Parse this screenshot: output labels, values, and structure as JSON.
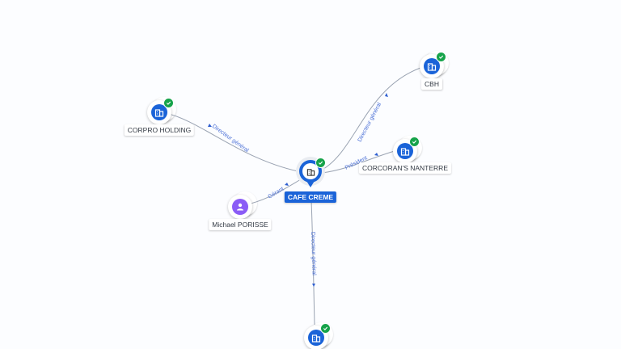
{
  "nodes": {
    "center": {
      "label": "CAFE CREME"
    },
    "corpro": {
      "label": "CORPRO HOLDING"
    },
    "cbh": {
      "label": "CBH"
    },
    "corcoran": {
      "label": "CORCORAN'S NANTERRE"
    },
    "porisse": {
      "label": "Michael PORISSE"
    },
    "bottom": {
      "label": ""
    }
  },
  "edges": {
    "corpro": {
      "label": "Directeur général"
    },
    "cbh": {
      "label": "Directeur général"
    },
    "corcoran": {
      "label": "Président"
    },
    "porisse": {
      "label": "Gérant"
    },
    "bottom": {
      "label": "Directeur général"
    }
  },
  "colors": {
    "company": "#1a63d8",
    "person": "#8b5cf6",
    "verified": "#16a34a",
    "edge_label": "#4a6fd6"
  },
  "icons": {
    "company": "building-icon",
    "person": "person-icon",
    "verified": "check-icon"
  }
}
